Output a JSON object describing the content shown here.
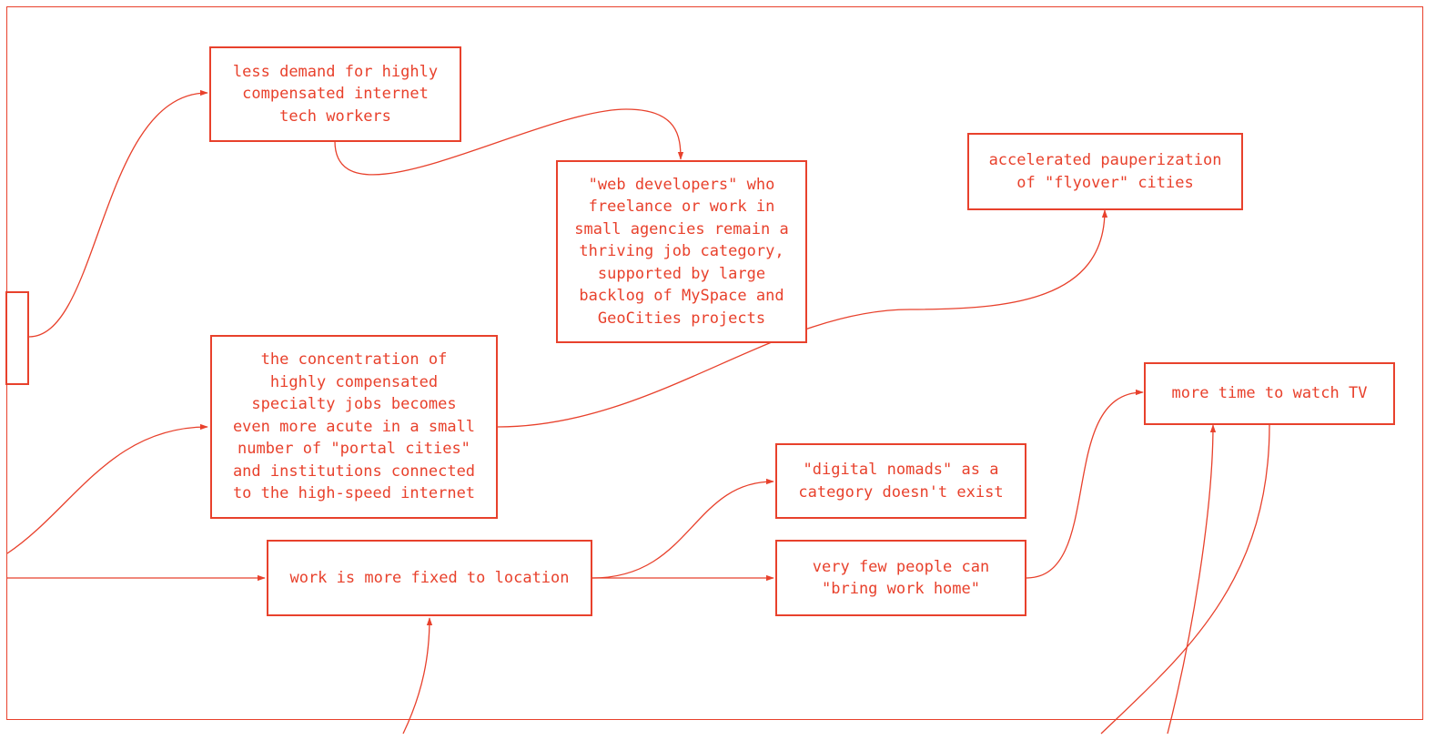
{
  "accent_color": "#e8412c",
  "nodes": {
    "less_demand": "less demand for highly\ncompensated internet\ntech workers",
    "web_developers": "\"web developers\" who\nfreelance or work in\nsmall agencies remain a\nthriving job category,\nsupported by large\nbacklog of MySpace and\nGeoCities projects",
    "pauperization": "accelerated pauperization\nof \"flyover\" cities",
    "concentration": "the concentration of\nhighly compensated\nspecialty jobs becomes\neven more acute in a small\nnumber of \"portal cities\"\nand institutions connected\nto the high-speed internet",
    "more_tv": "more time to watch TV",
    "digital_nomads": "\"digital nomads\" as a\ncategory doesn't exist",
    "fixed_location": "work is more fixed to location",
    "bring_work_home": "very few people can\n\"bring work home\""
  }
}
